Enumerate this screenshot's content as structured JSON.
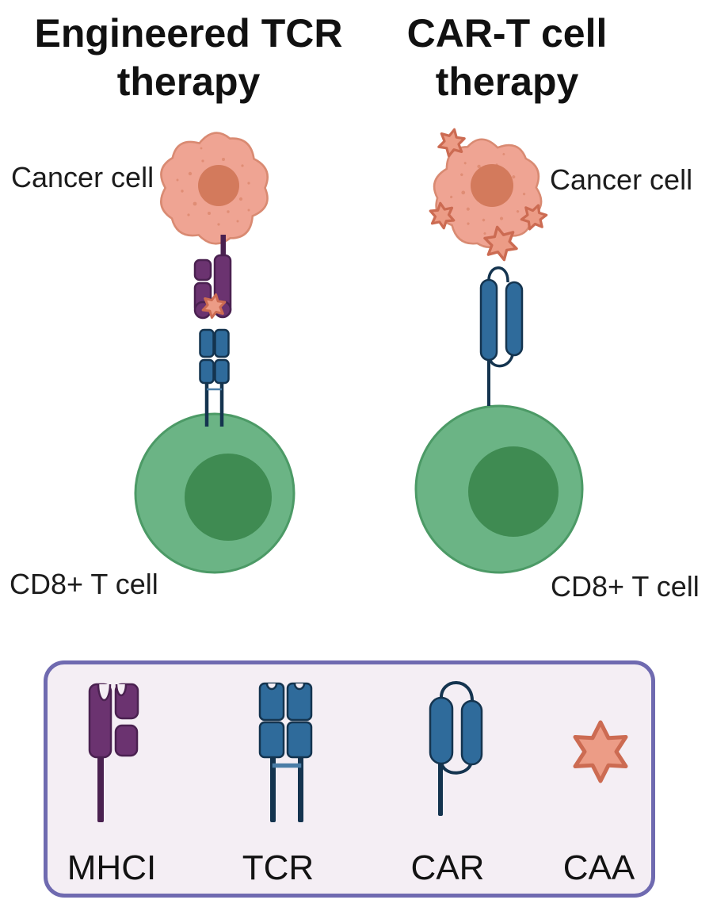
{
  "panels": {
    "left": {
      "title_line1": "Engineered TCR",
      "title_line2": "therapy",
      "cancer_cell_label": "Cancer cell",
      "t_cell_label": "CD8+ T cell"
    },
    "right": {
      "title_line1": "CAR-T cell",
      "title_line2": "therapy",
      "cancer_cell_label": "Cancer cell",
      "t_cell_label": "CD8+ T cell"
    }
  },
  "legend": {
    "items": [
      {
        "label": "MHCI",
        "icon": "mhci-icon"
      },
      {
        "label": "TCR",
        "icon": "tcr-icon"
      },
      {
        "label": "CAR",
        "icon": "car-icon"
      },
      {
        "label": "CAA",
        "icon": "caa-antigen-star-icon"
      }
    ]
  },
  "colors": {
    "title_color": "#111111",
    "cancer_cell_fill": "#efa493",
    "cancer_cell_outline": "#d98a72",
    "cancer_nucleus": "#d37a5c",
    "t_cell_fill": "#6bb485",
    "t_cell_outline": "#4c9a66",
    "t_cell_nucleus": "#3f8b52",
    "mhc_fill": "#6b3370",
    "mhc_outline": "#4a2150",
    "tcr_fill": "#2f6b9b",
    "tcr_outline": "#14344f",
    "antigen_fill": "#ec9c86",
    "antigen_outline": "#cc6b52",
    "legend_border": "#6f6ab0",
    "legend_bg": "#f4eef4"
  }
}
